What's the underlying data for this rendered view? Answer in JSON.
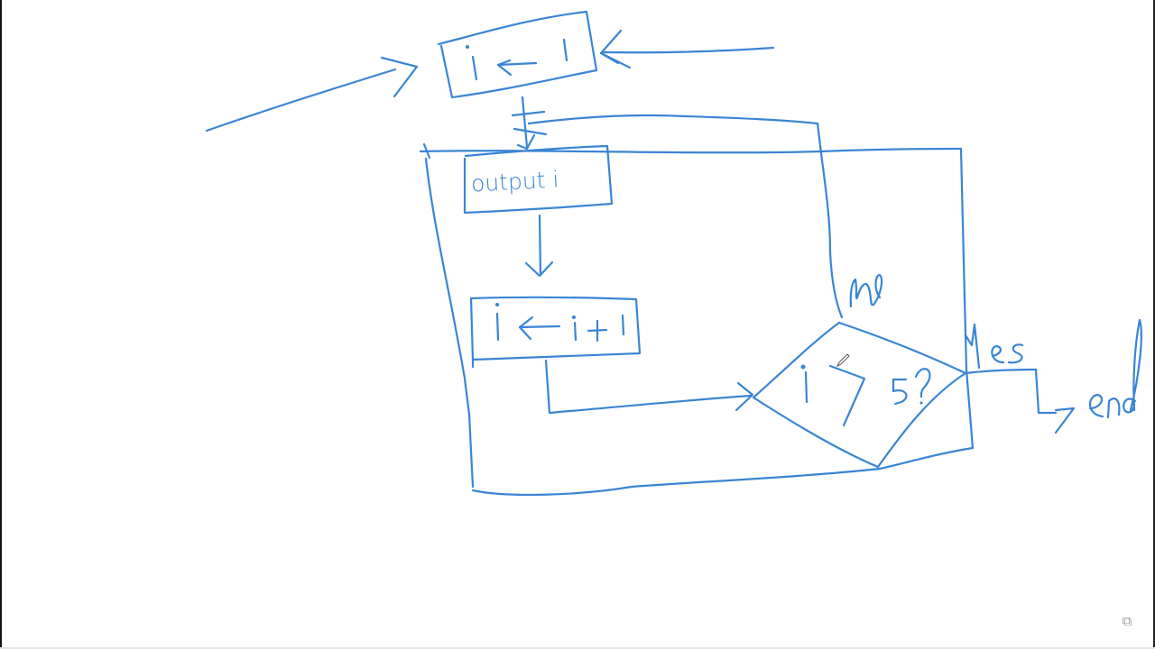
{
  "whiteboard": {
    "ink_color": "#3a85d4",
    "background": "#ffffff"
  },
  "flowchart": {
    "nodes": {
      "init": {
        "type": "process",
        "label": "i ← 1"
      },
      "output": {
        "type": "process",
        "label": "output i"
      },
      "increment": {
        "type": "process",
        "label": "i ← i + 1"
      },
      "decision": {
        "type": "decision",
        "label": "i > 5?"
      }
    },
    "labels": {
      "no": "no",
      "yes": "yes",
      "end": "end"
    },
    "edges": [
      {
        "from": "start-left",
        "to": "init"
      },
      {
        "from": "start-right",
        "to": "init"
      },
      {
        "from": "init",
        "to": "output"
      },
      {
        "from": "output",
        "to": "increment"
      },
      {
        "from": "increment",
        "to": "decision"
      },
      {
        "from": "decision",
        "to": "output",
        "label": "no"
      },
      {
        "from": "decision",
        "to": "end",
        "label": "yes"
      }
    ]
  },
  "toolbar": {
    "copy_icon": "⧉"
  }
}
